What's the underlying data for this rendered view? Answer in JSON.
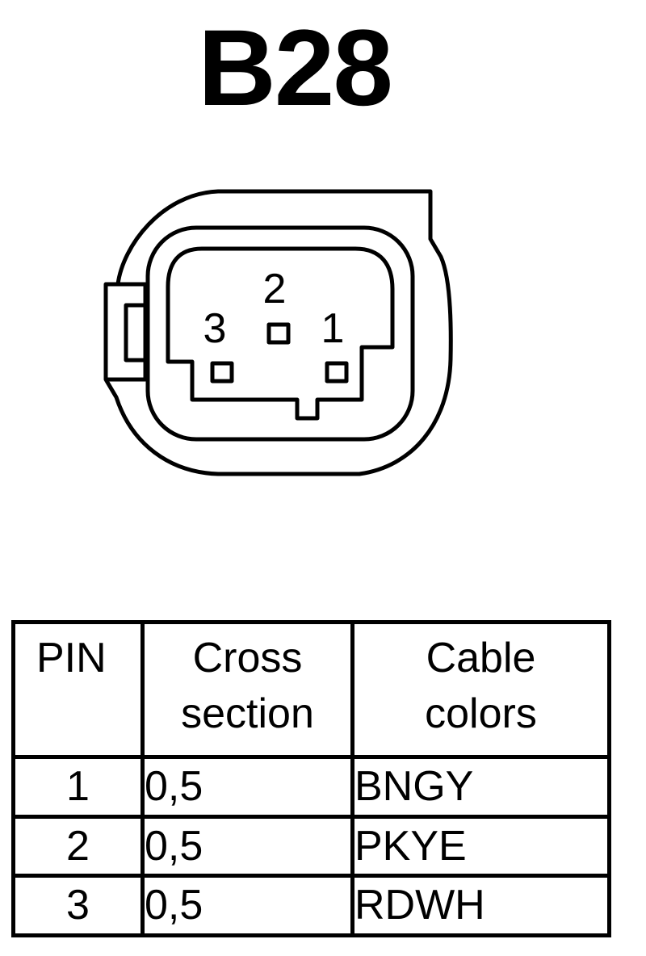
{
  "title": "B28",
  "connector": {
    "pin_labels": [
      "1",
      "2",
      "3"
    ]
  },
  "table": {
    "headers": {
      "pin": "PIN",
      "cross_line1": "Cross",
      "cross_line2": "section",
      "color_line1": "Cable",
      "color_line2": "colors"
    },
    "rows": [
      {
        "pin": "1",
        "cross_section": "0,5",
        "color": "BNGY"
      },
      {
        "pin": "2",
        "cross_section": "0,5",
        "color": "PKYE"
      },
      {
        "pin": "3",
        "cross_section": "0,5",
        "color": "RDWH"
      }
    ]
  }
}
